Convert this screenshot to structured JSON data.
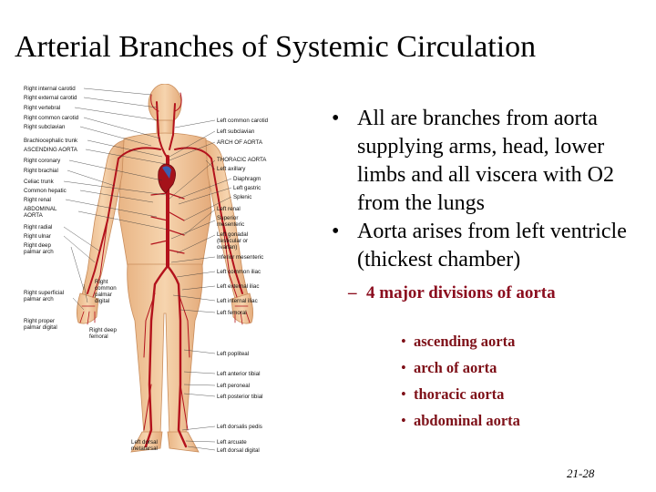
{
  "slide": {
    "title": "Arterial Branches of Systemic Circulation",
    "page_number": "21-28"
  },
  "bullets": [
    "All are branches from aorta supplying arms, head, lower limbs and all viscera with O2 from the lungs",
    "Aorta arises from left ventricle (thickest chamber)"
  ],
  "subbullet": "4 major divisions of aorta",
  "divisions": [
    "ascending aorta",
    "arch of aorta",
    "thoracic aorta",
    "abdominal aorta"
  ],
  "figure": {
    "left_labels": [
      "Right internal carotid",
      "Right external carotid",
      "Right vertebral",
      "Right common carotid",
      "Right subclavian",
      "Brachiocephalic trunk",
      "ASCENDING AORTA",
      "Right coronary",
      "Right brachial",
      "Celiac trunk",
      "Common hepatic",
      "Right renal",
      "ABDOMINAL AORTA",
      "Right radial",
      "Right ulnar",
      "Right deep palmar arch",
      "Right superficial palmar arch",
      "Right proper palmar digital",
      "Right common palmar digital",
      "Right deep femoral",
      "Left dorsal metatarsal"
    ],
    "right_labels": [
      "Left common carotid",
      "Left subclavian",
      "ARCH OF AORTA",
      "THORACIC AORTA",
      "Left axillary",
      "Diaphragm",
      "Left gastric",
      "Splenic",
      "Left renal",
      "Superior mesenteric",
      "Left gonadal (testicular or ovarian)",
      "Inferior mesenteric",
      "Left common iliac",
      "Left external iliac",
      "Left internal iliac",
      "Left femoral",
      "Left popliteal",
      "Left anterior tibial",
      "Left peroneal",
      "Left posterior tibial",
      "Left dorsalis pedis",
      "Left arcuate",
      "Left dorsal digital"
    ]
  },
  "colors": {
    "artery": "#b3121c",
    "skin": "#f2c9a0",
    "accent_text": "#8b0d1e"
  }
}
